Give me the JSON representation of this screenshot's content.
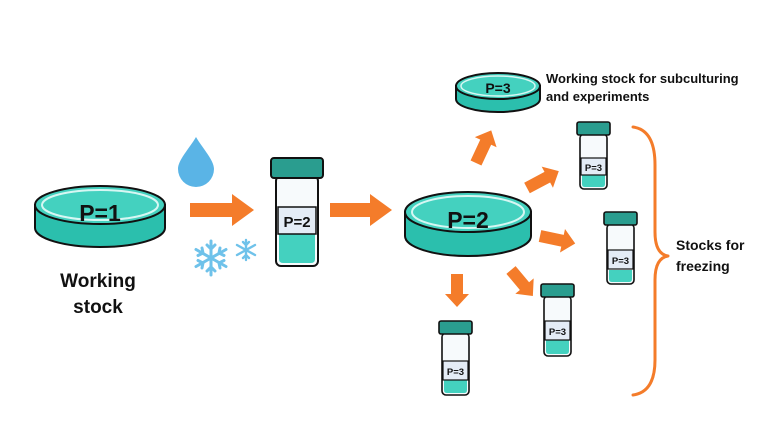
{
  "colors": {
    "teal_fill": "#2bbfad",
    "teal_top": "#44d1bf",
    "teal_dark": "#1f9a8d",
    "vial_cap": "#2a9d8f",
    "label_bg": "#e4ecf6",
    "arrow": "#f47c2a",
    "water_drop": "#5ab4e6",
    "snowflake": "#6fc2ea",
    "outline": "#111111"
  },
  "icons": [
    "water-drop-icon",
    "snowflake-icon"
  ],
  "diagram": {
    "working_stock_dish": {
      "label": "P=1",
      "caption_line1": "Working",
      "caption_line2": "stock"
    },
    "thawed_vial": {
      "label": "P=2"
    },
    "expansion_dish": {
      "label": "P=2"
    },
    "subculture_dish": {
      "label": "P=3"
    },
    "subculture_caption_line1": "Working stock for subculturing",
    "subculture_caption_line2": "and experiments",
    "freezing_vials": [
      {
        "label": "P=3"
      },
      {
        "label": "P=3"
      },
      {
        "label": "P=3"
      },
      {
        "label": "P=3"
      }
    ],
    "freezing_caption_line1": "Stocks for",
    "freezing_caption_line2": "freezing"
  }
}
